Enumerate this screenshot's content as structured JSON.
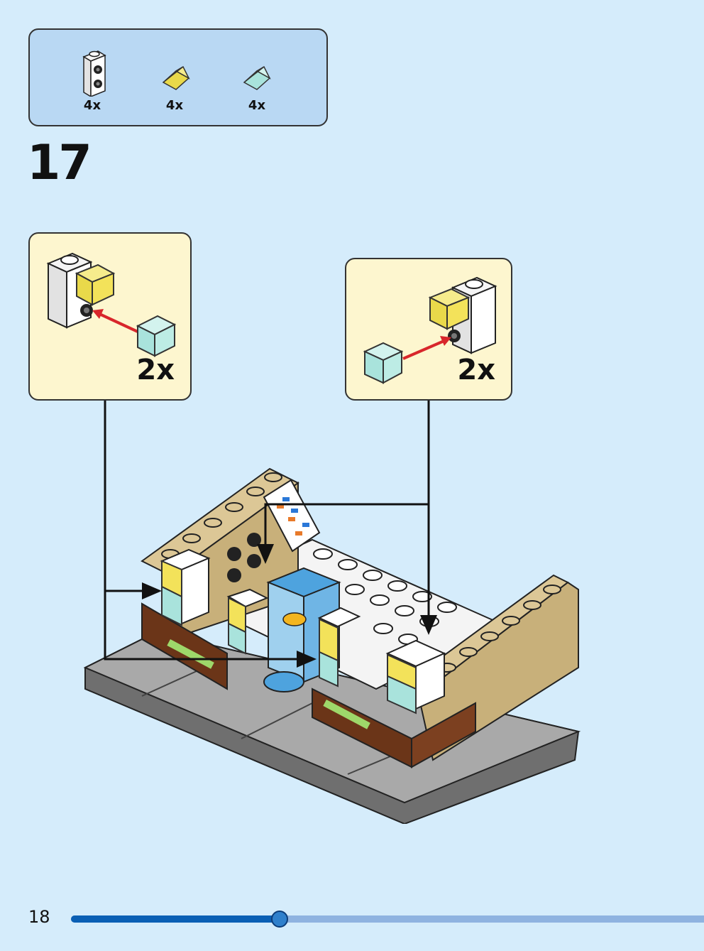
{
  "parts_list": [
    {
      "icon": "white-brick-1x1-studs-side-icon",
      "quantity": "4x",
      "color": "#ffffff"
    },
    {
      "icon": "yellow-slope-trans-icon",
      "quantity": "4x",
      "color": "#f3e25a"
    },
    {
      "icon": "lightblue-slope-trans-icon",
      "quantity": "4x",
      "color": "#a9e3dc"
    }
  ],
  "step": {
    "number": "17"
  },
  "callouts": [
    {
      "name": "left",
      "multiplier": "2x"
    },
    {
      "name": "right",
      "multiplier": "2x"
    }
  ],
  "footer": {
    "page_number": "18",
    "progress_fraction": 0.33
  },
  "colors": {
    "background": "#d5ecfb",
    "parts_panel": "#b9d8f3",
    "callout": "#fdf6cf",
    "arrow_red": "#d8262b",
    "progress_fill": "#0a5fb4",
    "progress_track": "#8fb3e0"
  }
}
